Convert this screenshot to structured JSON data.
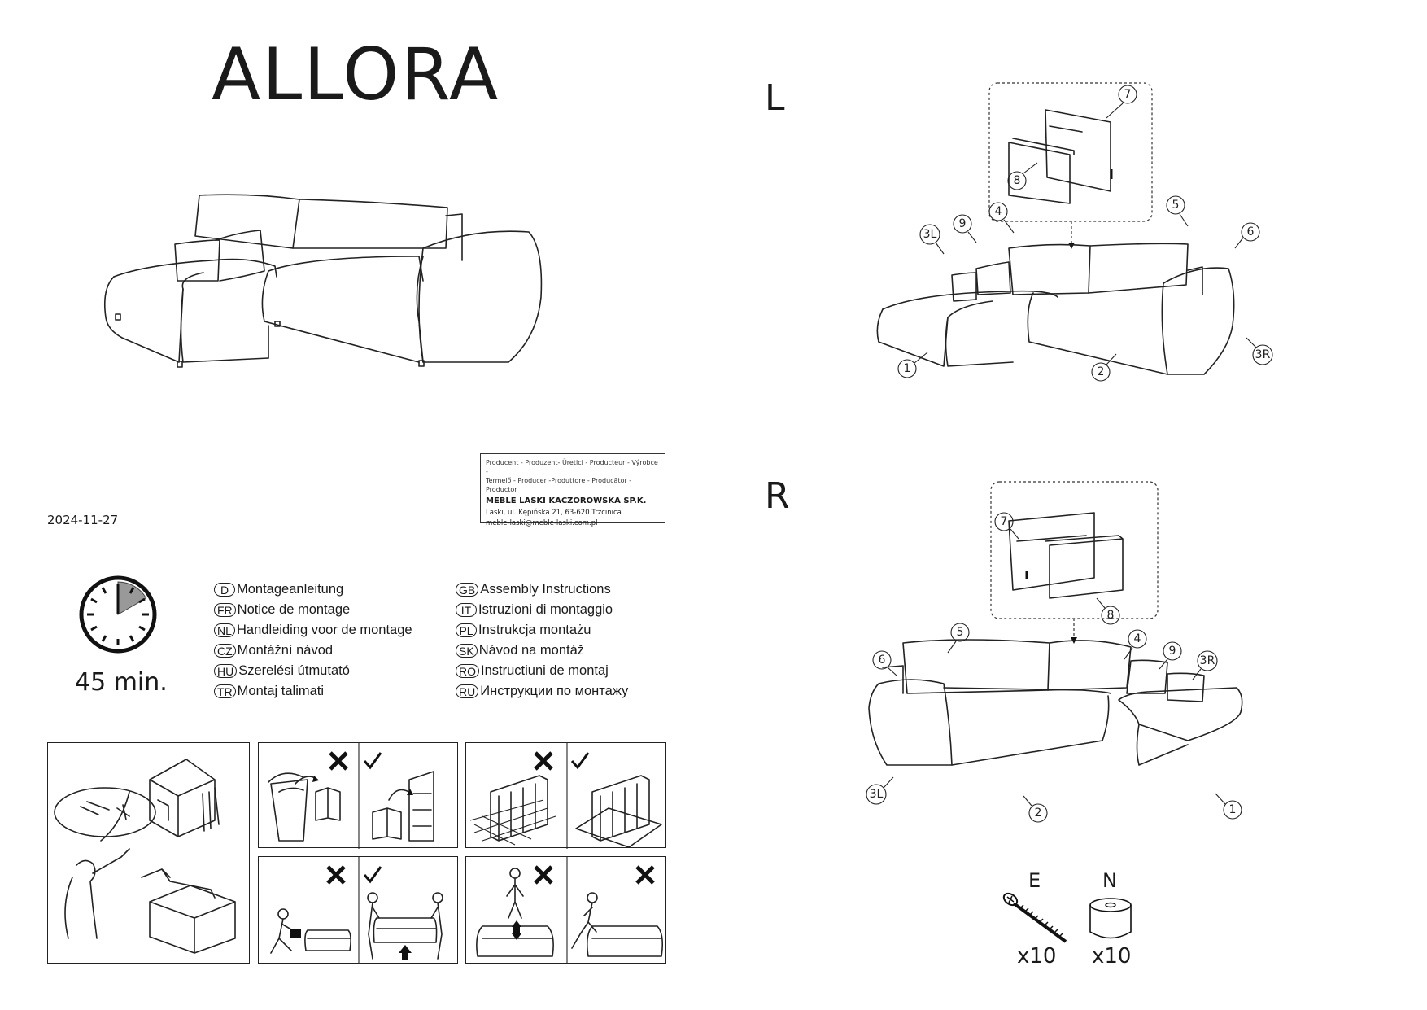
{
  "title": "ALLORA",
  "date": "2024-11-27",
  "producer": {
    "line1": "Producent - Produzent- Üretici - Producteur - Výrobce -",
    "line2": "Termelő - Producer -Produttore - Producător - Productor",
    "company": "MEBLE LASKI KACZOROWSKA SP.K.",
    "address": "Laski, ul. Kępińska 21, 63-620 Trzcinica",
    "email": "meble-laski@meble-laski.com.pl"
  },
  "assembly_time": "45 min.",
  "languages_left": [
    {
      "code": "D",
      "text": "Montageanleitung"
    },
    {
      "code": "FR",
      "text": "Notice de montage"
    },
    {
      "code": "NL",
      "text": "Handleiding voor de montage"
    },
    {
      "code": "CZ",
      "text": "Montážní návod"
    },
    {
      "code": "HU",
      "text": "Szerelési útmutató"
    },
    {
      "code": "TR",
      "text": "Montaj talimati"
    }
  ],
  "languages_right": [
    {
      "code": "GB",
      "text": "Assembly Instructions"
    },
    {
      "code": "IT",
      "text": "Istruzioni di montaggio"
    },
    {
      "code": "PL",
      "text": "Instrukcja montażu"
    },
    {
      "code": "SK",
      "text": "Návod na montáž"
    },
    {
      "code": "RO",
      "text": "Instructiuni de montaj"
    },
    {
      "code": "RU",
      "text": "Инструкции по монтажу"
    }
  ],
  "variant_L": {
    "letter": "L",
    "parts": [
      "7",
      "8",
      "5",
      "4",
      "9",
      "3L",
      "6",
      "1",
      "2",
      "3R"
    ]
  },
  "variant_R": {
    "letter": "R",
    "parts": [
      "7",
      "8",
      "5",
      "4",
      "9",
      "3R",
      "6",
      "3L",
      "2",
      "1"
    ]
  },
  "hardware": [
    {
      "letter": "E",
      "qty": "x10",
      "icon": "screw-icon"
    },
    {
      "letter": "N",
      "qty": "x10",
      "icon": "spacer-icon"
    }
  ]
}
